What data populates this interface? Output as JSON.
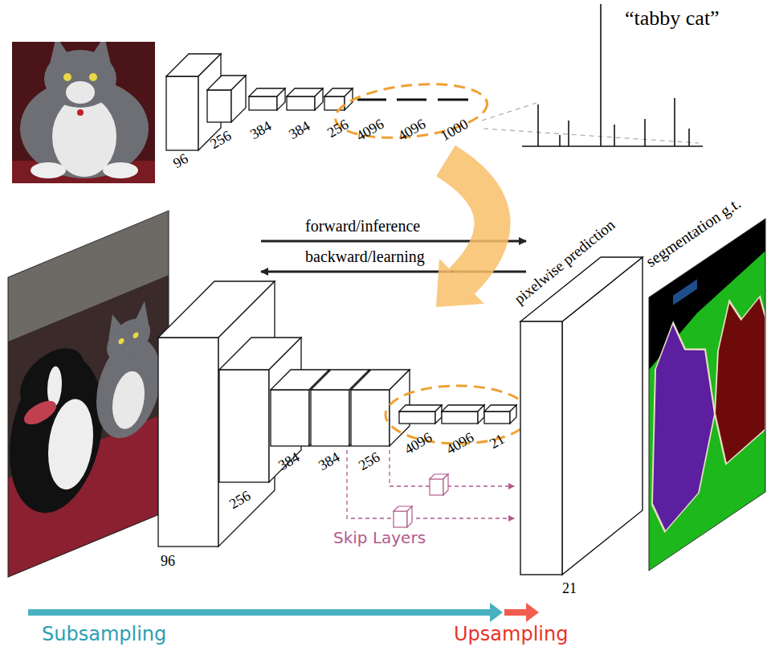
{
  "diagram": {
    "labels": [
      "“tabby cat”",
      "96",
      "256",
      "384",
      "384",
      "256",
      "4096",
      "4096",
      "1000",
      "forward/inference",
      "backward/learning",
      "pixelwise prediction",
      "segmentation g.t.",
      "96",
      "256",
      "384",
      "384",
      "256",
      "4096",
      "4096",
      "21",
      "Skip Layers",
      "21",
      "Subsampling",
      "Upsampling"
    ]
  }
}
